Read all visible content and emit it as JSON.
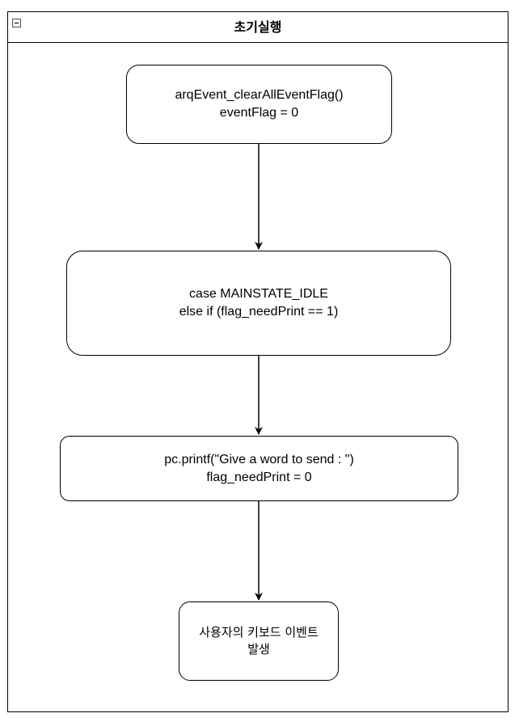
{
  "container": {
    "title": "초기실행",
    "toggle_icon": "minus-icon"
  },
  "nodes": [
    {
      "id": "clear-events",
      "lines": [
        "arqEvent_clearAllEventFlag()",
        "eventFlag = 0"
      ]
    },
    {
      "id": "case-idle",
      "lines": [
        "case MAINSTATE_IDLE",
        "else if (flag_needPrint == 1)"
      ]
    },
    {
      "id": "printf",
      "lines": [
        "pc.printf(\"Give a word to send : \")",
        "flag_needPrint = 0"
      ]
    },
    {
      "id": "keyboard-event",
      "lines": [
        "사용자의 키보드 이벤트",
        "발생"
      ]
    }
  ],
  "edges": [
    {
      "from": "clear-events",
      "to": "case-idle"
    },
    {
      "from": "case-idle",
      "to": "printf"
    },
    {
      "from": "printf",
      "to": "keyboard-event"
    }
  ],
  "colors": {
    "stroke": "#000000",
    "fill": "#ffffff"
  }
}
